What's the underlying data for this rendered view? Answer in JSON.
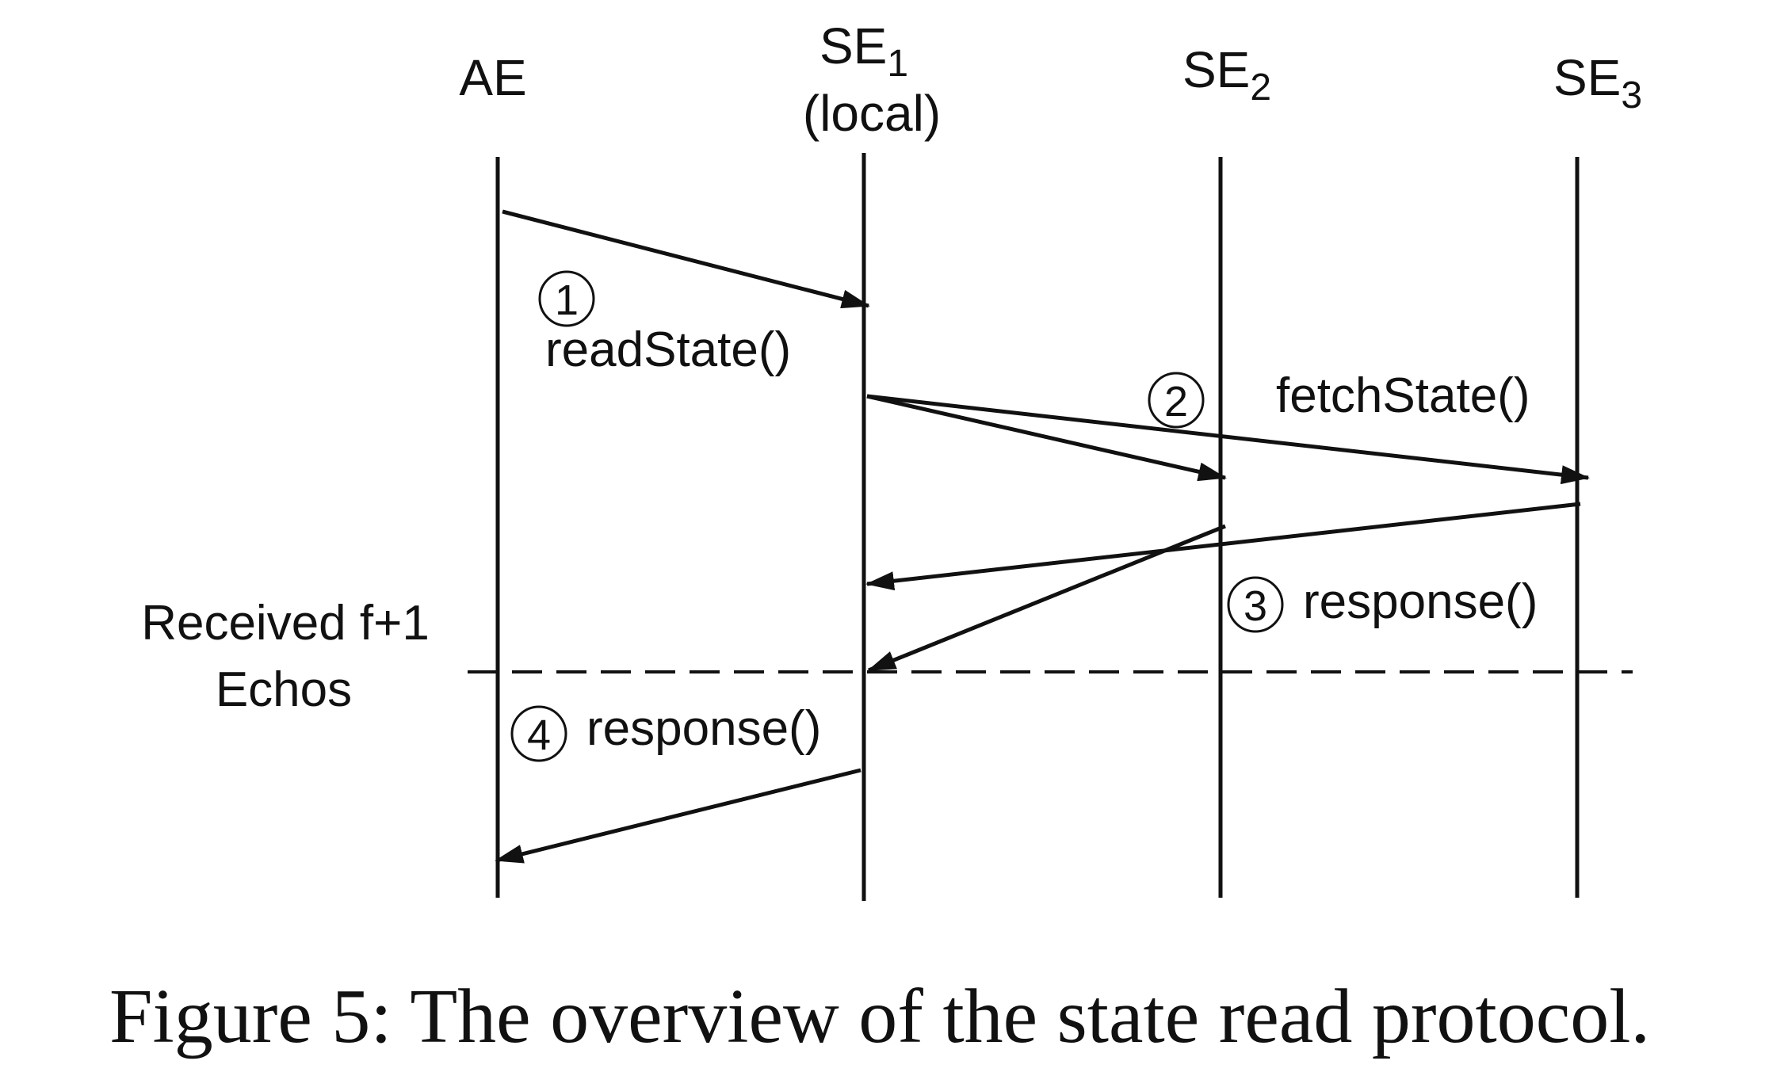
{
  "participants": [
    {
      "id": "ae",
      "name": "AE",
      "subscript": "",
      "note": ""
    },
    {
      "id": "se1",
      "name": "SE",
      "subscript": "1",
      "note": "(local)"
    },
    {
      "id": "se2",
      "name": "SE",
      "subscript": "2",
      "note": ""
    },
    {
      "id": "se3",
      "name": "SE",
      "subscript": "3",
      "note": ""
    }
  ],
  "steps": [
    {
      "number": "1",
      "label": "readState()"
    },
    {
      "number": "2",
      "label": "fetchState()"
    },
    {
      "number": "3",
      "label": "response()"
    },
    {
      "number": "4",
      "label": "response()"
    }
  ],
  "threshold": {
    "line1": "Received f+1",
    "line2": "Echos"
  },
  "caption": "Figure 5: The overview of the state read protocol.",
  "colors": {
    "ink": "#111111",
    "background": "#ffffff"
  }
}
